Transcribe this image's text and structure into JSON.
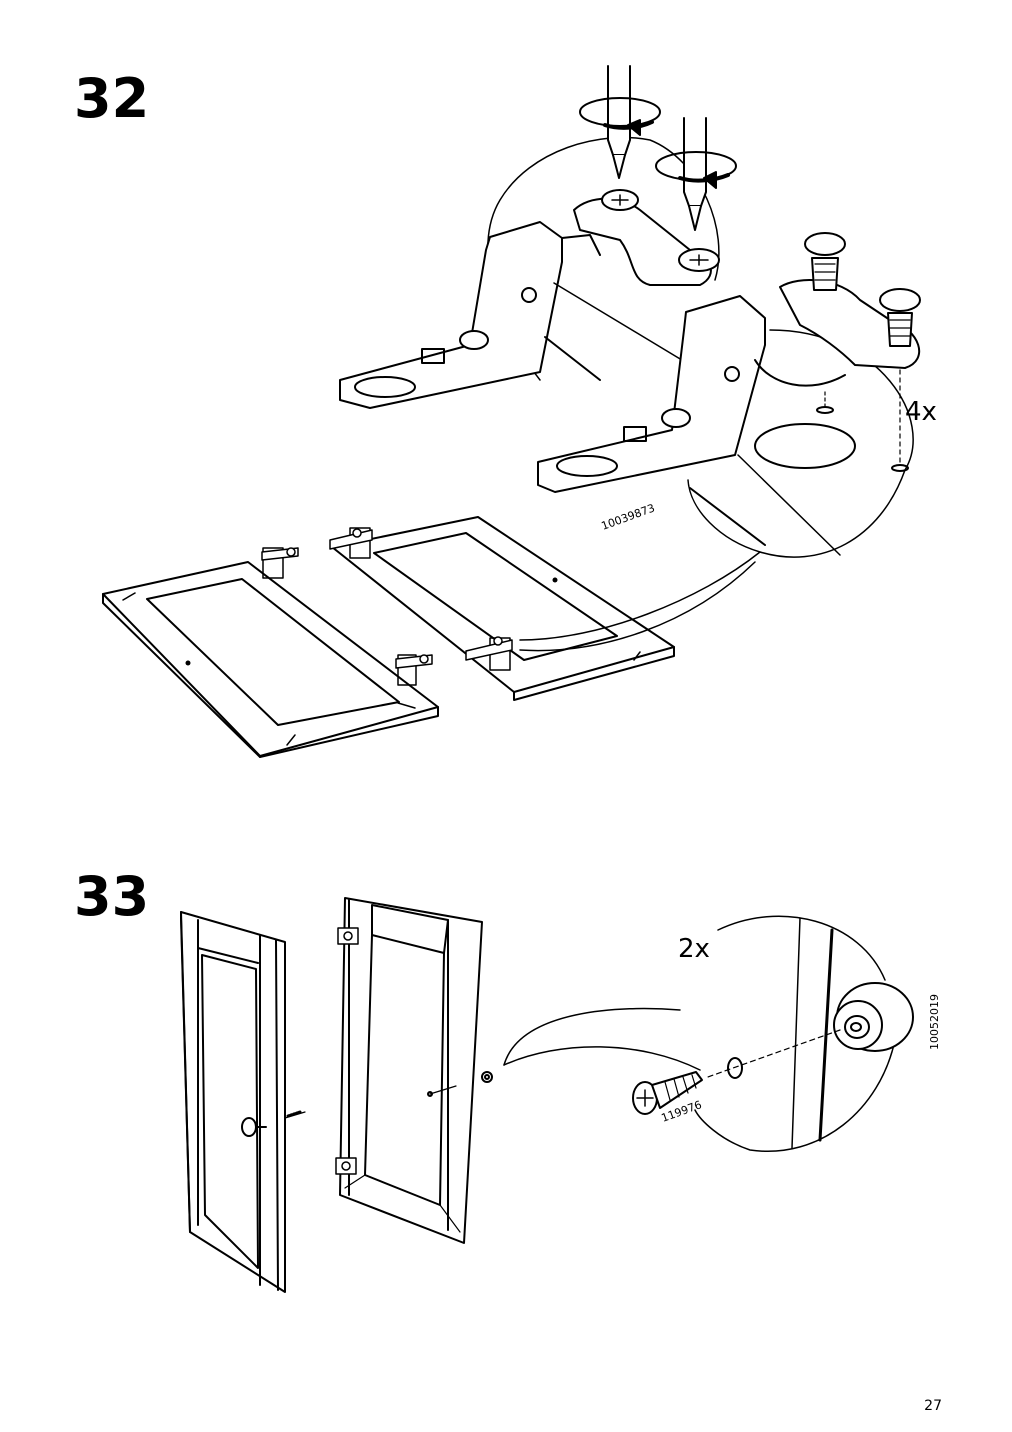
{
  "steps": [
    {
      "number": "32",
      "quantity": "4x",
      "part_number": "10039873"
    },
    {
      "number": "33",
      "quantity": "2x",
      "screw_part_number": "119976",
      "knob_part_number": "10052019"
    }
  ],
  "page": {
    "number": "27"
  }
}
